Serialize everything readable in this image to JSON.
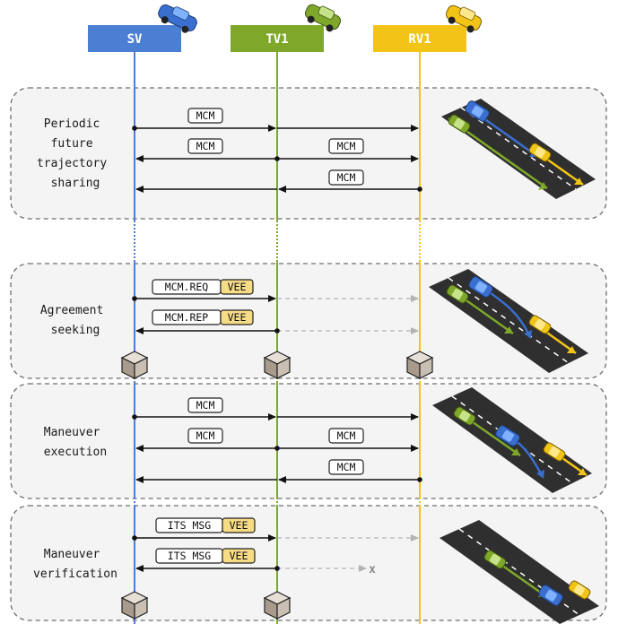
{
  "actors": [
    {
      "id": "sv",
      "label": "SV",
      "color": "#4a7fd4",
      "car": "blue-car-icon"
    },
    {
      "id": "tv1",
      "label": "TV1",
      "color": "#7fa82a",
      "car": "green-car-icon"
    },
    {
      "id": "rv1",
      "label": "RV1",
      "color": "#f2c417",
      "car": "yellow-car-icon"
    }
  ],
  "phases": [
    {
      "id": "periodic",
      "label_lines": [
        "Periodic",
        "future",
        "trajectory",
        "sharing"
      ],
      "messages": [
        {
          "kind": "solid",
          "from": "sv",
          "to": "rv1",
          "tags": [
            {
              "text": "MCM"
            }
          ],
          "tag_at": "sv-tv1"
        },
        {
          "kind": "solid-both",
          "from": "tv1",
          "to": "sv",
          "tags": [
            {
              "text": "MCM"
            }
          ],
          "tag_at": "sv-tv1"
        },
        {
          "kind": "solid-both",
          "from": "tv1",
          "to": "rv1",
          "tags": [
            {
              "text": "MCM"
            }
          ],
          "tag_at": "tv1-rv1"
        },
        {
          "kind": "solid",
          "from": "rv1",
          "to": "sv",
          "tags": [
            {
              "text": "MCM"
            }
          ],
          "tag_at": "tv1-rv1"
        }
      ]
    },
    {
      "id": "agreement",
      "label_lines": [
        "Agreement",
        "seeking"
      ],
      "messages": [
        {
          "kind": "req",
          "tags": [
            {
              "text": "MCM.REQ"
            },
            {
              "text": "VEE",
              "vee": true
            }
          ]
        },
        {
          "kind": "rep",
          "tags": [
            {
              "text": "MCM.REP"
            },
            {
              "text": "VEE",
              "vee": true
            }
          ]
        }
      ],
      "blocks": [
        "sv",
        "tv1",
        "rv1"
      ]
    },
    {
      "id": "execution",
      "label_lines": [
        "Maneuver",
        "execution"
      ],
      "messages": [
        {
          "kind": "solid",
          "tags": [
            {
              "text": "MCM"
            }
          ]
        },
        {
          "kind": "solid-both",
          "tags": [
            {
              "text": "MCM"
            }
          ]
        },
        {
          "kind": "solid-both",
          "tags": [
            {
              "text": "MCM"
            }
          ]
        },
        {
          "kind": "solid",
          "tags": [
            {
              "text": "MCM"
            }
          ]
        }
      ]
    },
    {
      "id": "verification",
      "label_lines": [
        "Maneuver",
        "verification"
      ],
      "messages": [
        {
          "kind": "its-out",
          "tags": [
            {
              "text": "ITS MSG"
            },
            {
              "text": "VEE",
              "vee": true
            }
          ]
        },
        {
          "kind": "its-back",
          "tags": [
            {
              "text": "ITS MSG"
            },
            {
              "text": "VEE",
              "vee": true
            }
          ],
          "lost_mark": "x"
        }
      ],
      "blocks": [
        "sv",
        "tv1"
      ]
    }
  ]
}
